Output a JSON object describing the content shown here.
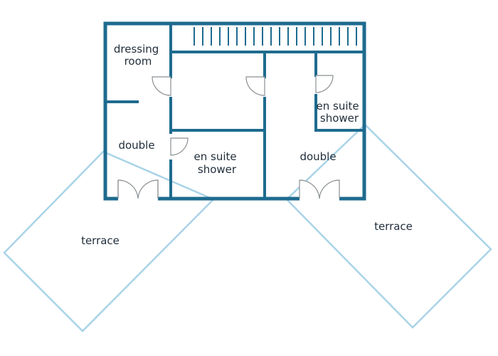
{
  "labels": {
    "dressing_room": [
      "dressing",
      "room"
    ],
    "double_left": "double",
    "en_suite_center": [
      "en suite",
      "shower"
    ],
    "double_right": "double",
    "en_suite_right": [
      "en suite",
      "shower"
    ],
    "terrace_left": "terrace",
    "terrace_right": "terrace"
  },
  "colors": {
    "wall": "#1e6b8f",
    "terrace_outline": "#a9d3e8",
    "door": "#8a8f93",
    "text": "#1f2d3a"
  }
}
